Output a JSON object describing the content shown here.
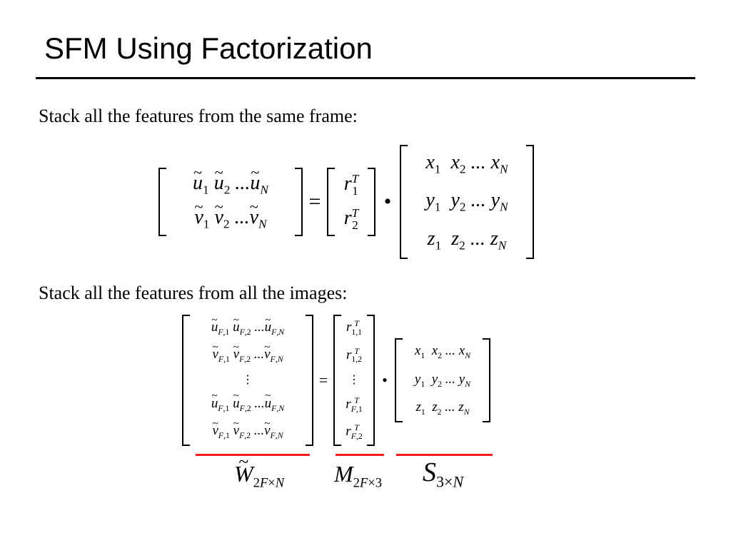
{
  "slide": {
    "title": "SFM Using Factorization",
    "caption_same_frame": "Stack all the features from the same frame:",
    "caption_all_images": "Stack all the features from all the images:"
  },
  "eq1": {
    "lhs_rows": [
      "ũ₁ ũ₂ ...ũ_N",
      "ṽ₁ ṽ₂ ...ṽ_N"
    ],
    "equals": "=",
    "r_rows": [
      "r₁ᵀ",
      "r₂ᵀ"
    ],
    "dot": "•",
    "xyz_rows": [
      "x₁ x₂ ... x_N",
      "y₁ y₂ ... y_N",
      "z₁ z₂ ... z_N"
    ]
  },
  "eq2": {
    "lhs_rows": [
      "ũ_F,1 ũ_F,2 ...ũ_F,N",
      "ṽ_F,1 ṽ_F,2 ...ṽ_F,N",
      "⋮",
      "ũ_F,1 ũ_F,2 ...ũ_F,N",
      "ṽ_F,1 ṽ_F,2 ...ṽ_F,N"
    ],
    "equals": "=",
    "r_rows": [
      "r_1,1ᵀ",
      "r_1,2ᵀ",
      "⋮",
      "r_F,1ᵀ",
      "r_F,2ᵀ"
    ],
    "dot": "•",
    "xyz_rows": [
      "x₁ x₂ ... x_N",
      "y₁ y₂ ... y_N",
      "z₁ z₂ ... z_N"
    ]
  },
  "labels": {
    "W": "W̃_2F×N",
    "M": "M_2F×3",
    "S": "S_3×N"
  },
  "colors": {
    "underline": "#ee1c1c"
  }
}
